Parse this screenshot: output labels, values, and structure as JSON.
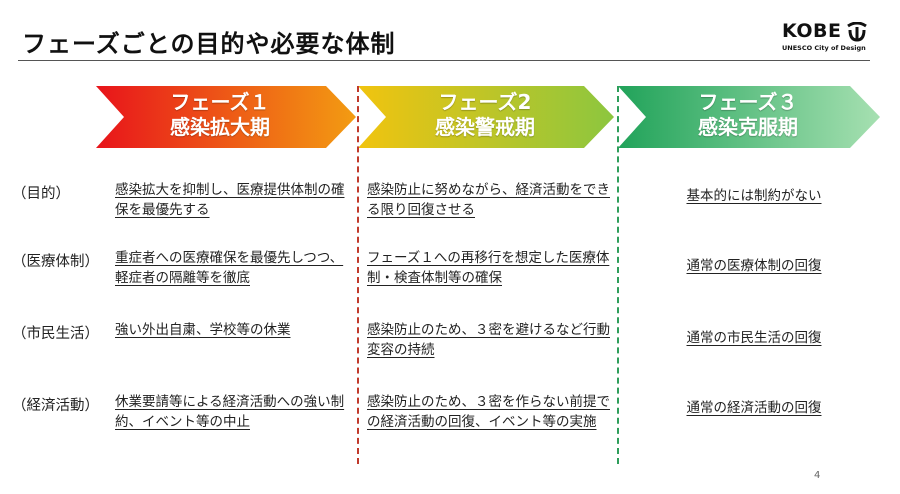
{
  "header": {
    "title": "フェーズごとの目的や必要な体制",
    "logo_word": "KOBE",
    "logo_sub": "UNESCO City of Design"
  },
  "phases": [
    {
      "line1": "フェーズ１",
      "line2": "感染拡大期",
      "color_start": "#e8141b",
      "color_end": "#f39c12"
    },
    {
      "line1": "フェーズ2",
      "line2": "感染警戒期",
      "color_start": "#f1c40f",
      "color_end": "#8cc63f"
    },
    {
      "line1": "フェーズ３",
      "line2": "感染克服期",
      "color_start": "#21a35a",
      "color_end": "#8fd6a0"
    }
  ],
  "rows": [
    {
      "label": "（目的）",
      "cells": [
        "感染拡大を抑制し、医療提供体制の確保を最優先する",
        "感染防止に努めながら、経済活動をできる限り回復させる",
        "基本的には制約がない"
      ]
    },
    {
      "label": "（医療体制）",
      "cells": [
        "重症者への医療確保を最優先しつつ、軽症者の隔離等を徹底",
        "フェーズ１への再移行を想定した医療体制・検査体制等の確保",
        "通常の医療体制の回復"
      ]
    },
    {
      "label": "（市民生活）",
      "cells": [
        "強い外出自粛、学校等の休業",
        "感染防止のため、３密を避けるなど行動変容の持続",
        "通常の市民生活の回復"
      ]
    },
    {
      "label": "（経済活動）",
      "cells": [
        "休業要請等による経済活動への強い制約、イベント等の中止",
        "感染防止のため、３密を作らない前提での経済活動の回復、イベント等の実施",
        "通常の経済活動の回復"
      ]
    }
  ],
  "footer": {
    "page_number": "4"
  }
}
